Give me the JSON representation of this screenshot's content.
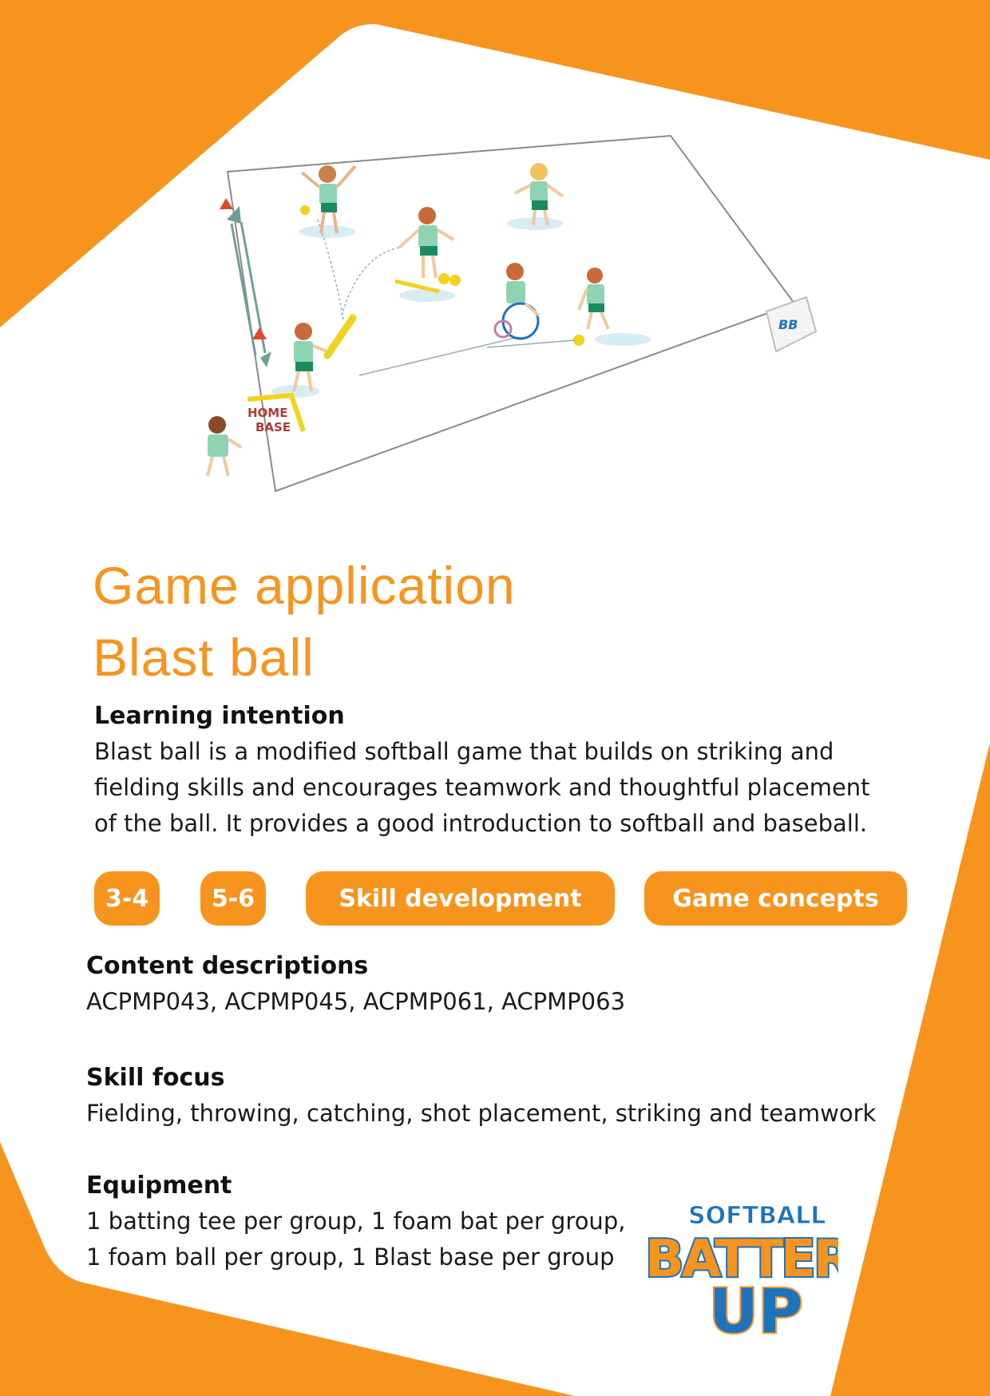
{
  "title": {
    "line1": "Game application",
    "line2": "Blast ball"
  },
  "learning": {
    "heading": "Learning intention",
    "lines": [
      "Blast ball is a modified softball game that builds on striking and",
      "fielding skills and encourages teamwork and thoughtful placement",
      "of the ball. It provides a good introduction to softball and baseball."
    ]
  },
  "tags": [
    "3-4",
    "5-6",
    "Skill development",
    "Game concepts"
  ],
  "content": {
    "heading": "Content descriptions",
    "body": "ACPMP043, ACPMP045, ACPMP061, ACPMP063"
  },
  "skill": {
    "heading": "Skill focus",
    "body": "Fielding, throwing, catching, shot placement, striking and teamwork"
  },
  "equipment": {
    "heading": "Equipment",
    "lines": [
      "1 batting tee per group, 1 foam bat per group,",
      "1 foam ball per group, 1 Blast base per group"
    ]
  },
  "illustration": {
    "home_base_line1": "HOME",
    "home_base_line2": "BASE",
    "base_label": "BB"
  },
  "logo": {
    "line1": "SOFTBALL",
    "line2": "BATTER",
    "line3": "UP"
  },
  "colors": {
    "accent": "#F7941E",
    "white": "#FFFFFF",
    "text": "#111111",
    "logo_blue": "#1E73BE",
    "ball_yellow": "#F2D21C",
    "shirt_green": "#8FD3B5"
  }
}
